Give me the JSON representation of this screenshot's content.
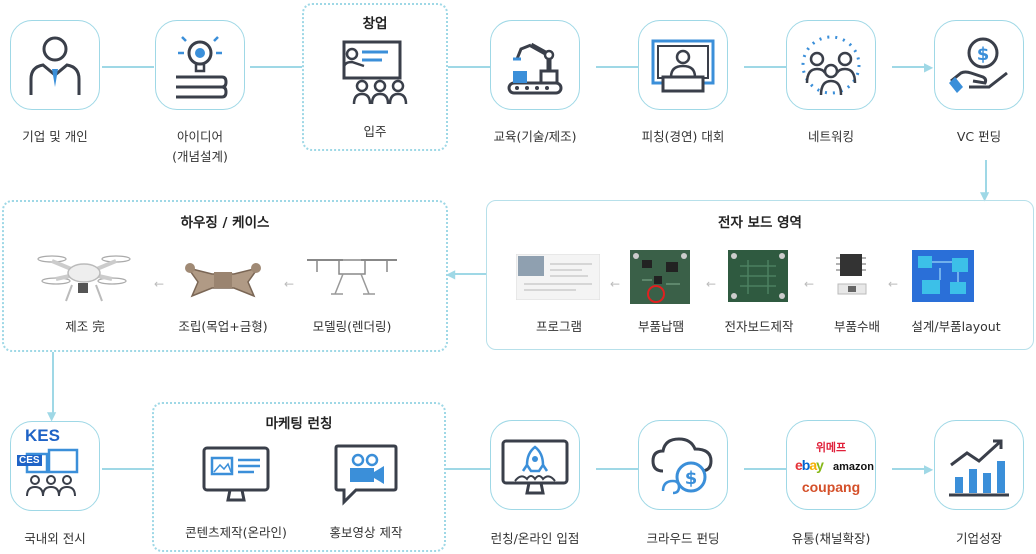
{
  "row1": [
    {
      "label": "기업 및 개인",
      "icon": "businessman-icon"
    },
    {
      "label": "아이디어",
      "label2": "(개념설계)",
      "icon": "lightbulb-book-icon"
    },
    {
      "label": "입주",
      "icon": "presentation-icon"
    },
    {
      "label": "교육(기술/제조)",
      "icon": "robot-arm-icon"
    },
    {
      "label": "피칭(경연) 대회",
      "icon": "pitching-screen-icon"
    },
    {
      "label": "네트워킹",
      "icon": "networking-people-icon"
    },
    {
      "label": "VC 펀딩",
      "icon": "hand-dollar-icon"
    }
  ],
  "startup_title": "창업",
  "electronics": {
    "title": "전자 보드 영역",
    "items": [
      {
        "label": "설계/부품layout",
        "icon": "pcb-layout-image"
      },
      {
        "label": "부품수배",
        "icon": "chip-component-image"
      },
      {
        "label": "전자보드제작",
        "icon": "pcb-board-image"
      },
      {
        "label": "부품납땜",
        "icon": "pcb-soldered-image"
      },
      {
        "label": "프로그램",
        "icon": "program-screen-image"
      }
    ]
  },
  "housing": {
    "title": "하우징 / 케이스",
    "items": [
      {
        "label": "모델링(렌더링)",
        "icon": "drone-wireframe-image"
      },
      {
        "label": "조립(목업+금형)",
        "icon": "drone-frame-image"
      },
      {
        "label": "제조 完",
        "icon": "drone-final-image"
      }
    ]
  },
  "marketing": {
    "title": "마케팅 런칭",
    "items": [
      {
        "label": "콘텐츠제작(온라인)",
        "icon": "monitor-content-icon"
      },
      {
        "label": "홍보영상 제작",
        "icon": "video-bubble-icon"
      }
    ]
  },
  "row3": [
    {
      "label": "국내외 전시",
      "icon": "exhibition-icon",
      "logo1": "KES",
      "logo2": "CES"
    },
    {
      "label": "런칭/온라인 입점",
      "icon": "rocket-monitor-icon"
    },
    {
      "label": "크라우드 펀딩",
      "icon": "cloud-dollar-icon"
    },
    {
      "label": "유통(채널확장)",
      "icon": "ecommerce-logos-icon",
      "brand1": "위메프",
      "brand2e": "e",
      "brand2b": "b",
      "brand2a": "a",
      "brand2y": "y",
      "brand3": "amazon",
      "brand4": "coupang"
    },
    {
      "label": "기업성장",
      "icon": "growth-chart-icon"
    }
  ],
  "colors": {
    "accent": "#3b8fd9",
    "dark": "#3a3f4a",
    "line": "#9fd8e6"
  }
}
